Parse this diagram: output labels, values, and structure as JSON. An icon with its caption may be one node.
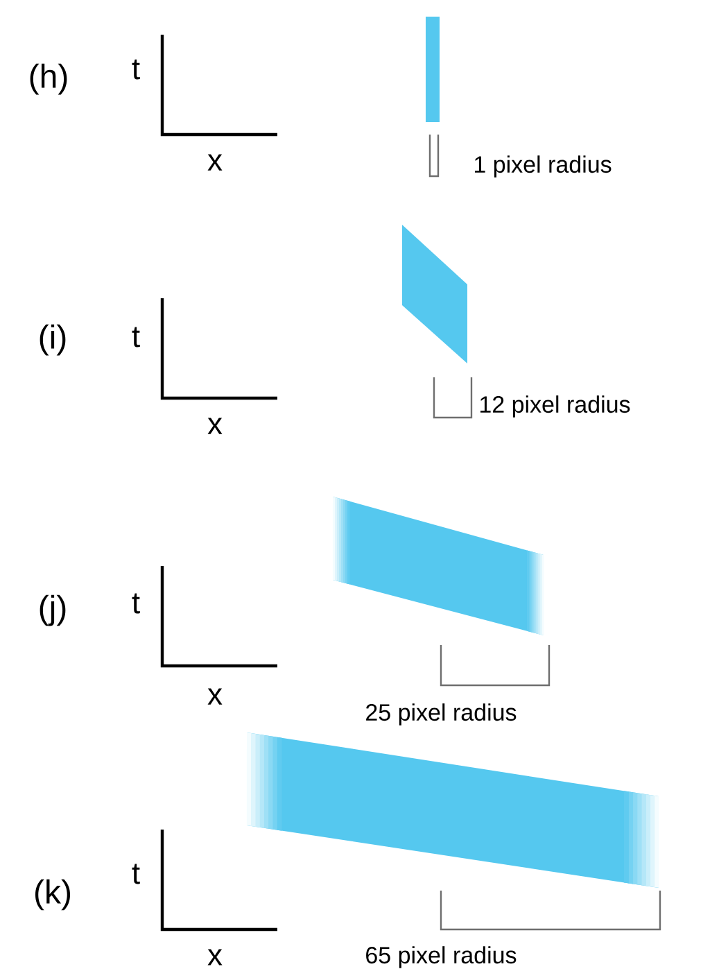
{
  "diagram": {
    "labels": [
      "(h)",
      "t",
      "x",
      "1 pixel radius",
      "(i)",
      "t",
      "x",
      "12 pixel radius",
      "(j)",
      "t",
      "x",
      "25 pixel radius",
      "(k)",
      "t",
      "x",
      "65 pixel radius"
    ]
  }
}
